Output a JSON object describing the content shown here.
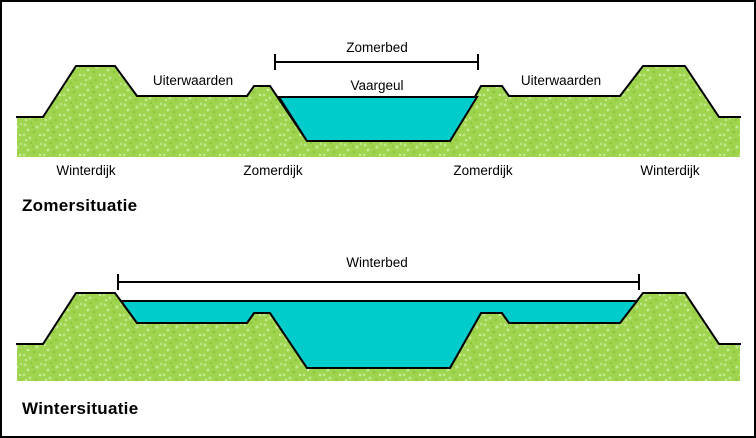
{
  "colors": {
    "terrain_green": "#9FD44E",
    "terrain_speckle_light": "#BEE78A",
    "terrain_speckle_pale": "#CEEF9E",
    "terrain_speckle_dark": "#8CC63C",
    "water_cyan": "#00CCCC",
    "outline": "#000000",
    "background": "#FFFFFF"
  },
  "summer_diagram": {
    "title": "Zomersituatie",
    "bed_dimension_label": "Zomerbed",
    "channel_label": "Vaargeul",
    "floodplain_labels": [
      "Uiterwaarden",
      "Uiterwaarden"
    ],
    "dike_labels": [
      "Winterdijk",
      "Zomerdijk",
      "Zomerdijk",
      "Winterdijk"
    ]
  },
  "winter_diagram": {
    "title": "Wintersituatie",
    "bed_dimension_label": "Winterbed"
  }
}
